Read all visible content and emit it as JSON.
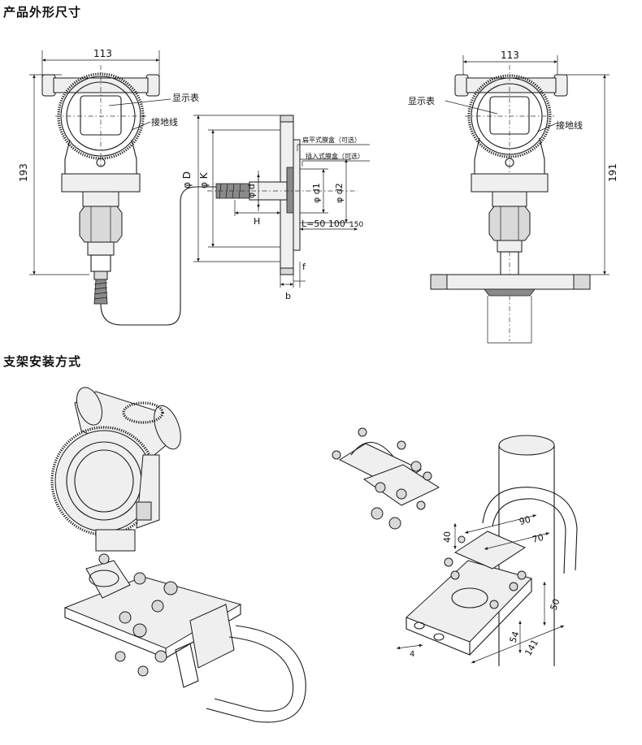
{
  "sections": {
    "dimensions_title": "产品外形尺寸",
    "mounting_title": "支架安装方式"
  },
  "left_view": {
    "width": "113",
    "height": "193",
    "display_label": "显示表",
    "ground_label": "接地线"
  },
  "flange_view": {
    "phi_d": "φ D",
    "phi_k": "φ K",
    "phi_small_d": "φ d",
    "h_label": "H",
    "phi_d1": "φ d1",
    "phi_d2": "φ d2",
    "flush_note": "扁平式膜盒（可选）",
    "insert_note": "插入式膜盒（可选）",
    "length": "L=50 100",
    "length_alt": "150",
    "f_label": "f",
    "b_label": "b"
  },
  "right_view": {
    "width": "113",
    "height": "191",
    "display_label": "显示表",
    "ground_label": "接地线"
  },
  "bracket_dims": {
    "d40": "40",
    "d90": "90",
    "d70": "70",
    "d50": "50",
    "d54": "54",
    "d141": "141",
    "d4": "4"
  },
  "colors": {
    "line": "#1a1a1a",
    "fill_grey": "#d9d9d9",
    "fill_dark": "#8a8a8a"
  }
}
